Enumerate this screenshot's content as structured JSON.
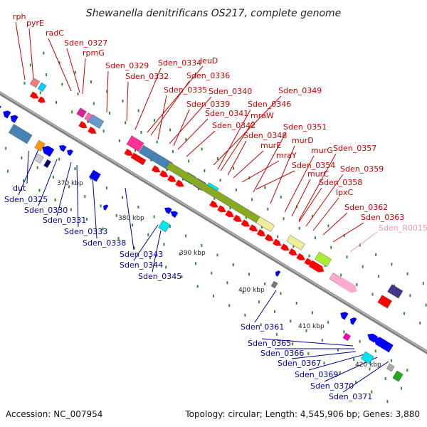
{
  "title": "Shewanella denitrificans OS217, complete genome",
  "footer": {
    "accession": "Accession: NC_007954",
    "summary": "Topology: circular; Length: 4,545,906 bp; Genes: 3,880"
  },
  "colors": {
    "forward_label": "#cc0000",
    "reverse_label": "#000099",
    "rna_label": "#ee99bb",
    "forward_cds": "#ff0000",
    "reverse_cds": "#0000ff",
    "backbone": "#808080"
  },
  "forward_labels": [
    "rph",
    "pyrE",
    "radC",
    "Sden_0327",
    "rpmG",
    "Sden_0329",
    "Sden_0332",
    "Sden_0334",
    "leuD",
    "Sden_0336",
    "Sden_0335",
    "Sden_0340",
    "Sden_0339",
    "Sden_0349",
    "Sden_0341",
    "Sden_0346",
    "mraW",
    "Sden_0342",
    "Sden_0348",
    "Sden_0351",
    "murE",
    "murD",
    "mraY",
    "murG",
    "Sden_0357",
    "Sden_0354",
    "murC",
    "Sden_0359",
    "Sden_0358",
    "lpxC",
    "Sden_0362",
    "Sden_0363"
  ],
  "rna_labels": [
    "Sden_R0015"
  ],
  "reverse_labels": [
    "dut",
    "Sden_0325",
    "Sden_0330",
    "Sden_0331",
    "Sden_0333",
    "Sden_0338",
    "Sden_0343",
    "Sden_0344",
    "Sden_0345",
    "Sden_0361",
    "Sden_0365",
    "Sden_0366",
    "Sden_0367",
    "Sden_0369",
    "Sden_0370",
    "Sden_0371"
  ],
  "tick_labels": [
    "370 kbp",
    "380 kbp",
    "390 kbp",
    "400 kbp",
    "410 kbp",
    "420 kbp"
  ]
}
